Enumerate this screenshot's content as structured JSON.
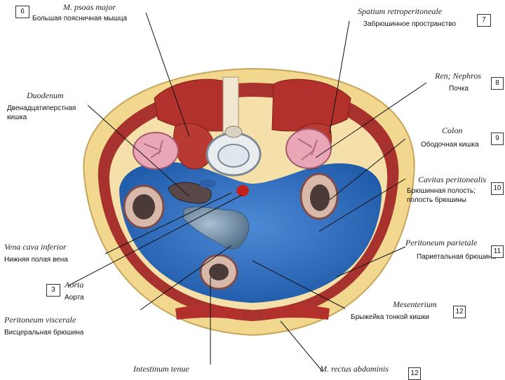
{
  "labels": {
    "psoas": {
      "num": "6",
      "latin": "M. psoas major",
      "russian": "Большая поясничная мышца"
    },
    "retroper": {
      "num": "7",
      "latin": "Spatium retroperitoneale",
      "russian": "Забрюшинное пространство"
    },
    "duodenum": {
      "num": "",
      "latin": "Duodenum",
      "russian": "Двенадцатиперстная кишка"
    },
    "ren": {
      "num": "8",
      "latin": "Ren; Nephros",
      "russian": "Почка"
    },
    "colon": {
      "num": "9",
      "latin": "Colon",
      "russian": "Ободочная кишка"
    },
    "cavitas": {
      "num": "10",
      "latin": "Cavitas peritonealis",
      "russian": "Брюшинная полость; полость брюшины"
    },
    "vena": {
      "num": "",
      "latin": "Vena cava inferior",
      "russian": "Нижняя полая вена"
    },
    "periparietale": {
      "num": "11",
      "latin": "Peritoneum parietale",
      "russian": "Париетальная брюшина"
    },
    "aorta": {
      "num": "3",
      "latin": "Aorta",
      "russian": "Аорта"
    },
    "mesenterium": {
      "num": "12",
      "latin": "Mesenterium",
      "russian": "Брыжейка тонкой кишки"
    },
    "perivisc": {
      "num": "",
      "latin": "Peritoneum viscerale",
      "russian": "Висцеральная брюшина"
    },
    "intestinum": {
      "num": "",
      "latin": "Intestinum tenue",
      "russian": ""
    },
    "rectus": {
      "num": "12",
      "latin": "M. rectus abdominis",
      "russian": ""
    }
  },
  "colors": {
    "fat": "#f3dc9a",
    "muscle": "#b3312c",
    "cavity": "#2f6fbf",
    "kidney": "#e9a6b6",
    "bowel": "#6f8fa8"
  }
}
